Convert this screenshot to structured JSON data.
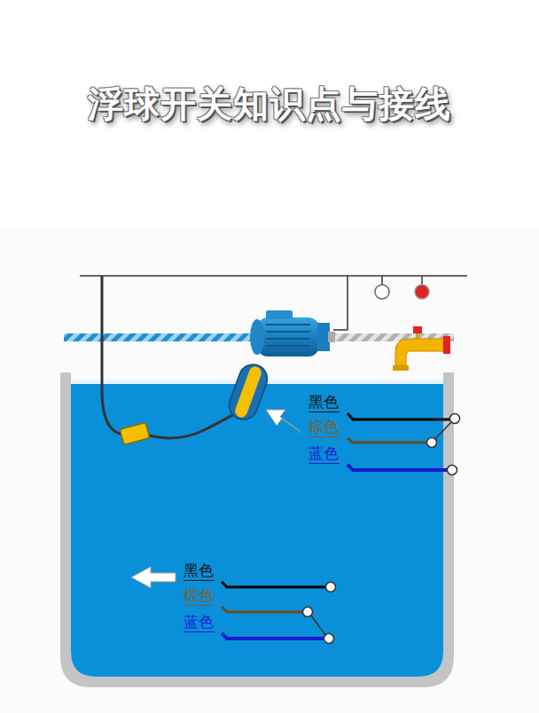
{
  "diagram": {
    "title": "浮球开关知识点与接线",
    "labels": [
      "黑色",
      "棕色",
      "蓝色",
      "黑色",
      "棕色",
      "蓝色"
    ]
  }
}
